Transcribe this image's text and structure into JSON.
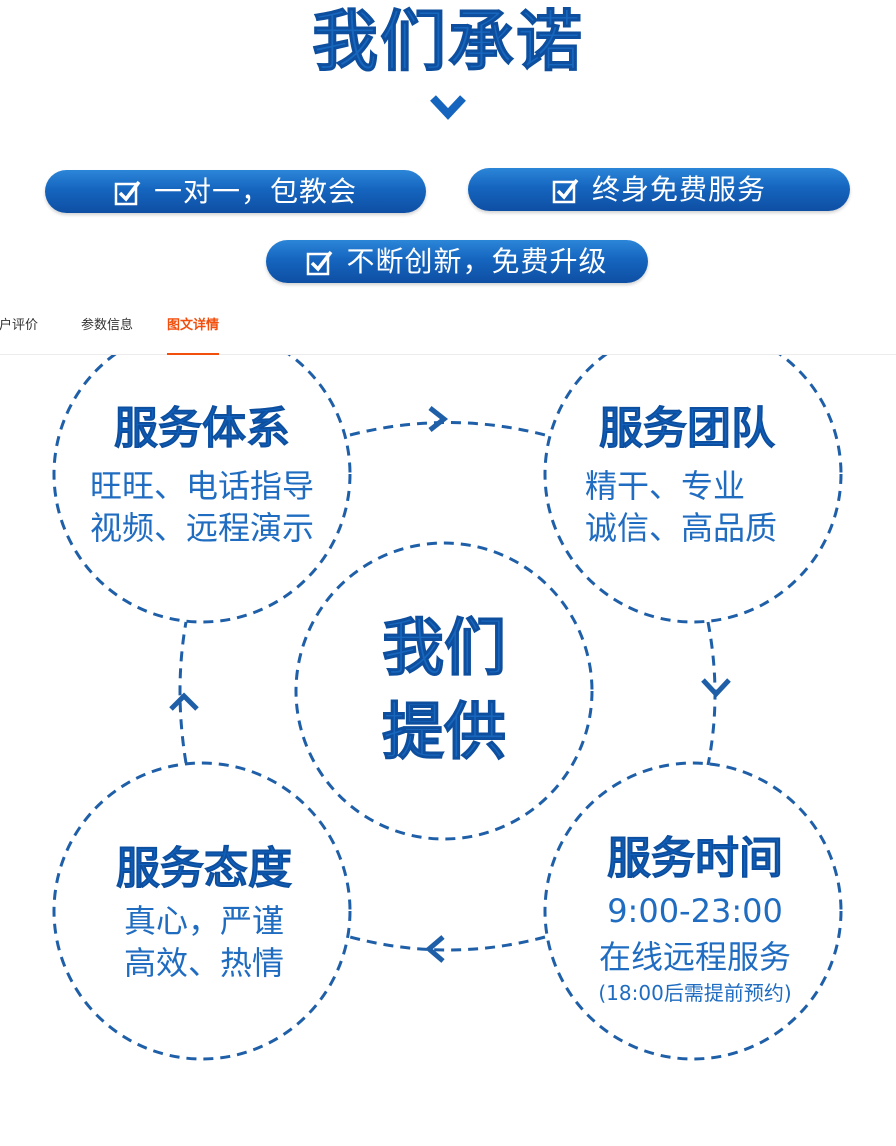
{
  "promise": {
    "title": "我们承诺",
    "items": [
      {
        "label": "一对一，包教会"
      },
      {
        "label": "终身免费服务"
      },
      {
        "label": "不断创新，免费升级"
      }
    ]
  },
  "tabs": [
    {
      "label": "用户评价"
    },
    {
      "label": "参数信息"
    },
    {
      "label": "图文详情",
      "active": true
    }
  ],
  "diagram": {
    "center": {
      "line1": "我们",
      "line2": "提供"
    },
    "system": {
      "title": "服务体系",
      "line1": "旺旺、电话指导",
      "line2": "视频、远程演示"
    },
    "team": {
      "title": "服务团队",
      "line1": "精干、专业",
      "line2": "诚信、高品质"
    },
    "attitude": {
      "title": "服务态度",
      "line1": "真心，严谨",
      "line2": "高效、热情"
    },
    "time": {
      "title": "服务时间",
      "hours": "9:00-23:00",
      "line1": "在线远程服务",
      "note": "(18:00后需提前预约)"
    }
  },
  "colors": {
    "brand_blue": "#1565bf",
    "active_tab": "#f24e0c",
    "dash": "#1f5fa8"
  }
}
